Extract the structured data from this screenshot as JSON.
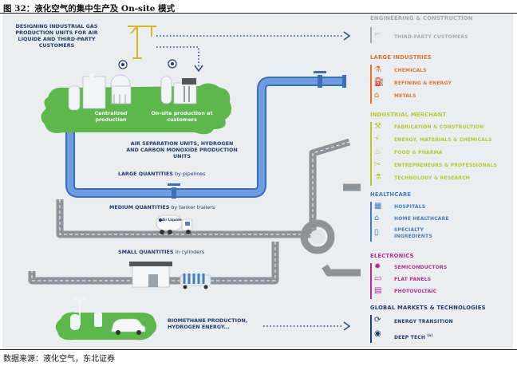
{
  "figure_title": "图 32：液化空气的集中生产及 On-site 模式",
  "source_note": "数据来源：液化空气，东北证券",
  "left": {
    "designing": "DESIGNING INDUSTRIAL GAS PRODUCTION UNITS FOR AIR LIQUIDE AND THIRD-PARTY CUSTOMERS",
    "centralized": "Centralized production",
    "onsite": "On-site production at customers",
    "asu": "AIR SEPARATION UNITS, HYDROGEN AND CARBON MONOXIDE PRODUCTION UNITS",
    "large_q": "LARGE QUANTITIES",
    "large_q_suffix": " by pipelines",
    "medium_q": "MEDIUM QUANTITIES",
    "medium_q_suffix": " by tanker trailers",
    "small_q": "SMALL QUANTITIES",
    "small_q_suffix": " in cylinders",
    "truck_brand": "Air Liquide",
    "biomethane": "BIOMETHANE PRODUCTION, HYDROGEN ENERGY..."
  },
  "right": {
    "engineering": {
      "title": "ENGINEERING & CONSTRUCTION",
      "color": "#a5abb0",
      "items": [
        "THIRD-PARTY CUSTOMERS"
      ]
    },
    "large_industries": {
      "title": "LARGE INDUSTRIES",
      "color": "#e8702a",
      "items": [
        "CHEMICALS",
        "REFINING & ENERGY",
        "METALS"
      ]
    },
    "merchant": {
      "title": "INDUSTRIAL MERCHANT",
      "color": "#b9c828",
      "items": [
        "FABRICATION & CONSTRUCTION",
        "ENERGY, MATERIALS & CHEMICALS",
        "FOOD & PHARMA",
        "ENTREPRENEURS & PROFESSIONALS",
        "TECHNOLOGY & RESEARCH"
      ]
    },
    "healthcare": {
      "title": "HEALTHCARE",
      "color": "#3f7ec1",
      "items": [
        "HOSPITALS",
        "HOME HEALTHCARE",
        "SPECIALTY",
        "INGREDIENTS"
      ]
    },
    "electronics": {
      "title": "ELECTRONICS",
      "color": "#b52c8d",
      "items": [
        "SEMICONDUCTORS",
        "FLAT PANELS",
        "PHOTOVOLTAIC"
      ]
    },
    "global": {
      "title": "GLOBAL MARKETS & TECHNOLOGIES",
      "color": "#1e3d70",
      "items": [
        "ENERGY TRANSITION",
        "DEEP TECH",
        "(a)"
      ]
    }
  },
  "colors": {
    "navy": "#1e3d70",
    "pipe": "#5b8fd6",
    "road": "#8b939b",
    "green": "#5cb84a"
  }
}
